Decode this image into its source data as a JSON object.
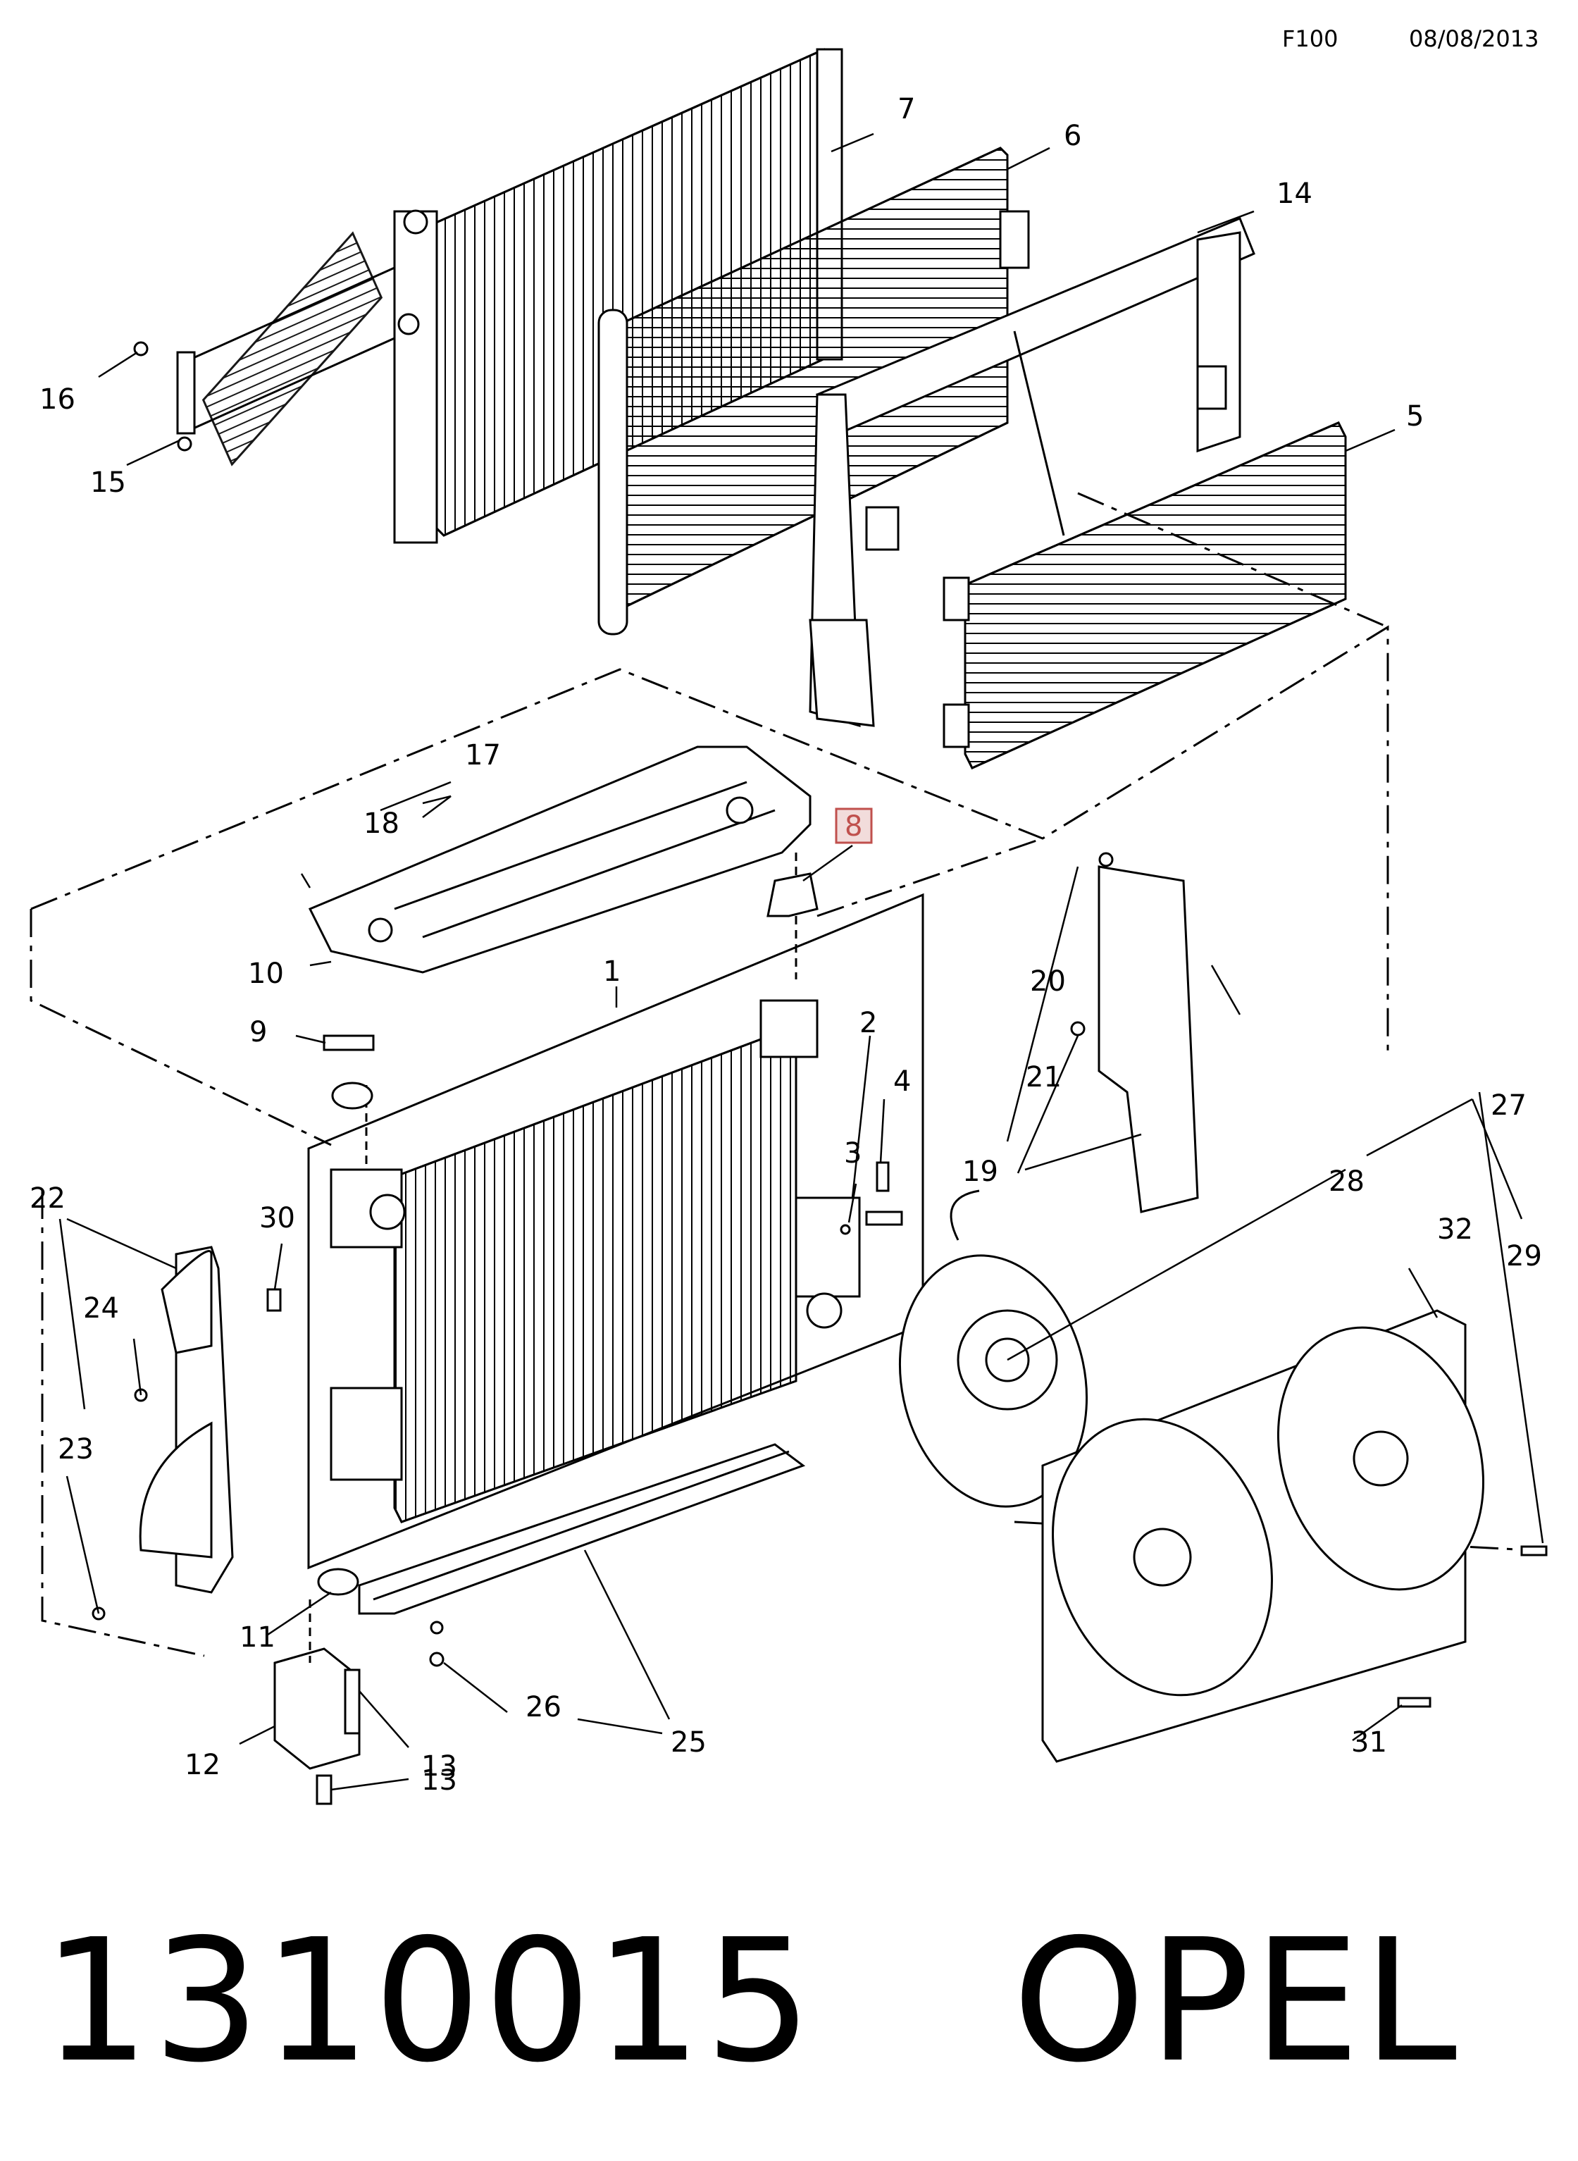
{
  "header": {
    "code": "F100",
    "date": "08/08/2013"
  },
  "highlighted_callout": "8",
  "callouts": {
    "c1": "1",
    "c2": "2",
    "c3": "3",
    "c4": "4",
    "c5": "5",
    "c6": "6",
    "c7": "7",
    "c8": "8",
    "c9": "9",
    "c10": "10",
    "c11": "11",
    "c12": "12",
    "c13a": "13",
    "c13b": "13",
    "c14": "14",
    "c15": "15",
    "c16": "16",
    "c17": "17",
    "c18": "18",
    "c19": "19",
    "c20": "20",
    "c21": "21",
    "c22": "22",
    "c23": "23",
    "c24": "24",
    "c25": "25",
    "c26": "26",
    "c27": "27",
    "c28": "28",
    "c29": "29",
    "c30": "30",
    "c31": "31",
    "c32": "32"
  },
  "caption": {
    "part_number": "1310015",
    "brand": "OPEL"
  },
  "colors": {
    "line": "#000000",
    "highlight": "#c0504d",
    "highlight_fill": "#f2dcdb"
  }
}
